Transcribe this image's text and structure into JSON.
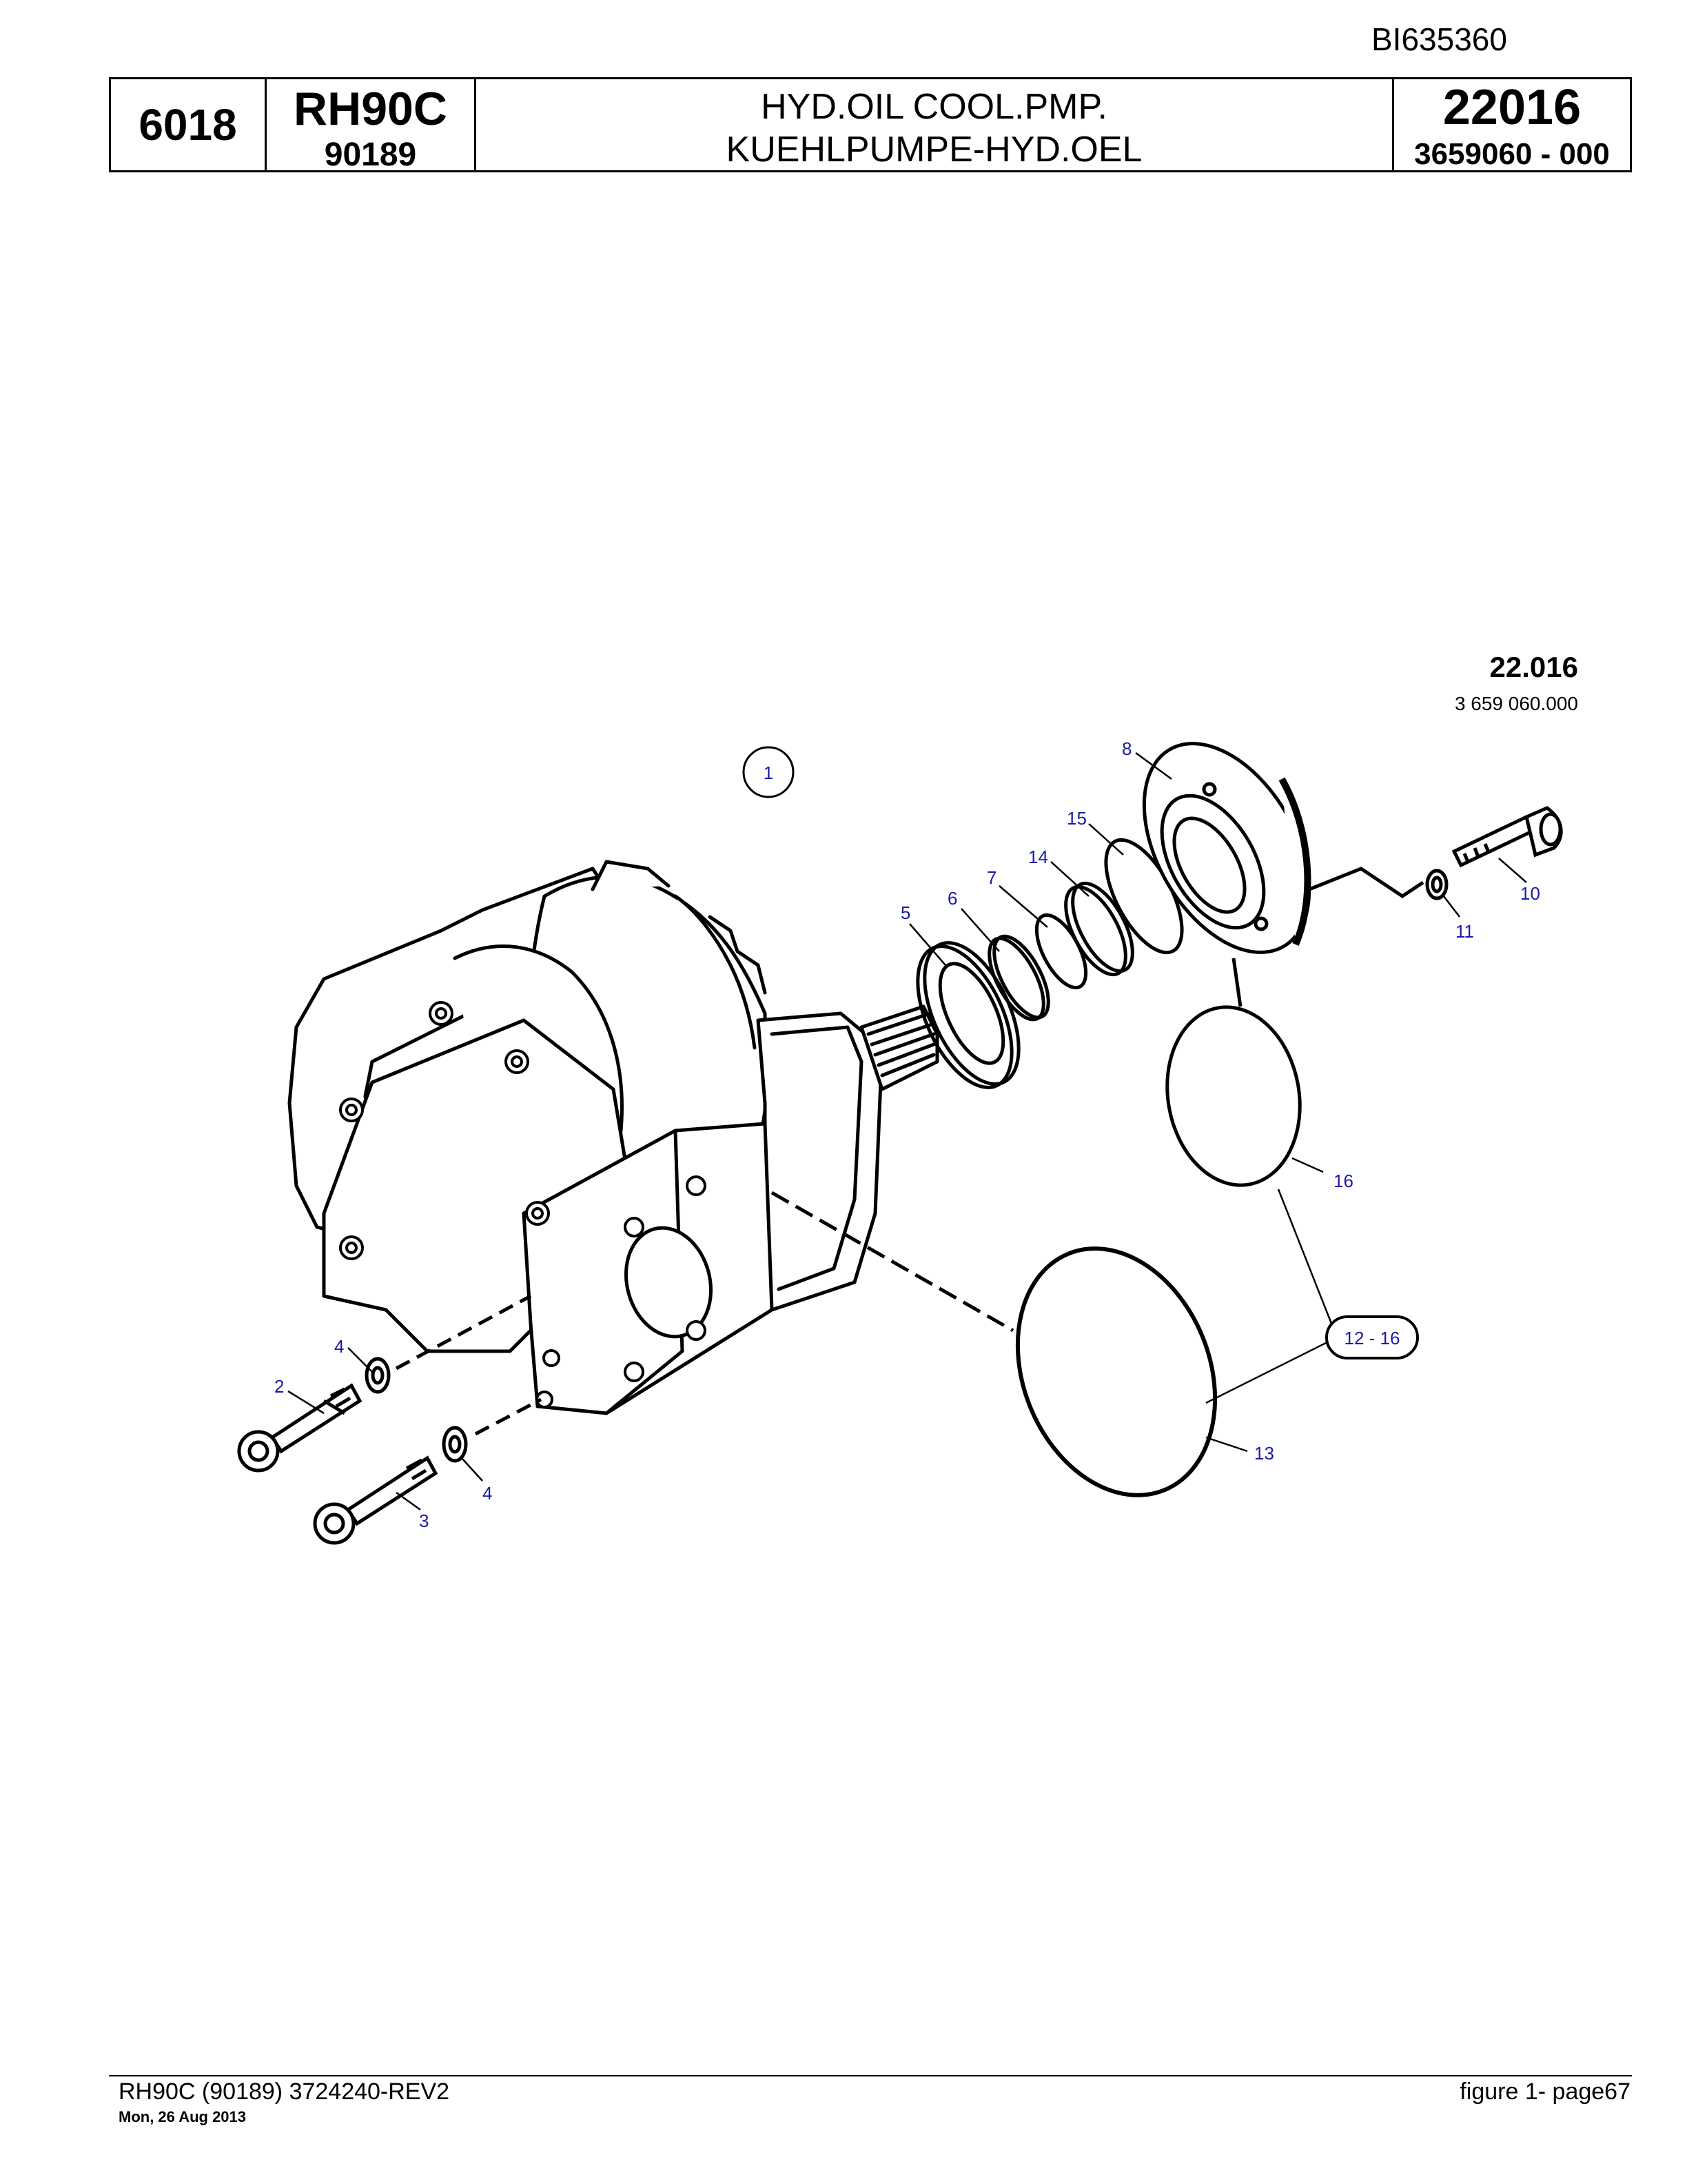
{
  "doc_id": "BI635360",
  "header": {
    "code": "6018",
    "model": "RH90C",
    "model_number": "90189",
    "title_en": "HYD.OIL COOL.PMP.",
    "title_de": "KUEHLPUMPE-HYD.OEL",
    "group_number": "22016",
    "part_number": "3659060  - 000"
  },
  "diagram": {
    "group_label": "22.016",
    "part_label": "3 659 060.000",
    "callouts": {
      "c1": "1",
      "c2": "2",
      "c3": "3",
      "c4a": "4",
      "c4b": "4",
      "c5": "5",
      "c6": "6",
      "c7": "7",
      "c8": "8",
      "c10": "10",
      "c11": "11",
      "c13": "13",
      "c14": "14",
      "c15": "15",
      "c16": "16"
    },
    "kit_label": "12 - 16",
    "callout_color": "#1a1aa8"
  },
  "footer": {
    "left": "RH90C (90189) 3724240-REV2",
    "date": "Mon, 26 Aug 2013",
    "right": "figure  1- page67"
  }
}
